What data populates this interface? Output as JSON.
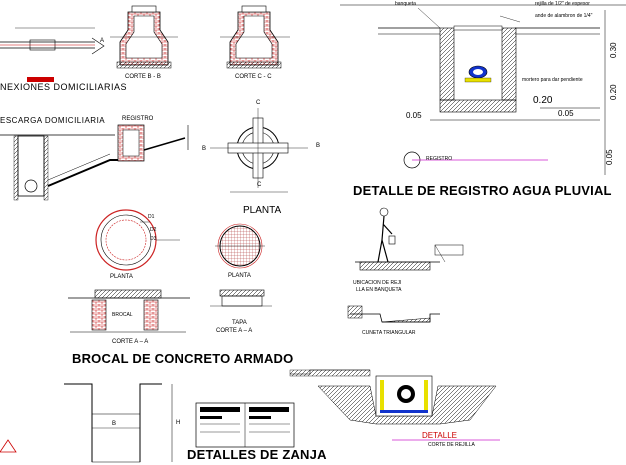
{
  "labels": {
    "conexiones": "NEXIONES DOMICILIARIAS",
    "corte_bb": "CORTE B - B",
    "corte_cc": "CORTE C - C",
    "descarga": "ESCARGA DOMICILIARIA",
    "registro": "REGISTRO",
    "planta_main": "PLANTA",
    "planta_left": "PLANTA",
    "planta_right": "PLANTA",
    "brocal_small": "BROCAL",
    "corte_aa_left": "CORTE A – A",
    "tapa": "TAPA",
    "corte_aa_right": "CORTE A – A",
    "title_brocal": "BROCAL DE CONCRETO ARMADO",
    "title_registro": "DETALLE DE REGISTRO AGUA PLUVIAL",
    "title_zanja": "DETALLES DE ZANJA",
    "ubicacion_1": "UBICACION DE REJI",
    "ubicacion_2": "LLA EN BANQUETA",
    "cuneta": "CUNETA TRIANGULAR",
    "detalle": "DETALLE",
    "corte_rejilla": "CORTE DE REJILLA",
    "registro_small": "REGISTRO",
    "rejilla_note": "rejilla de 1/2\" de espesor",
    "ande_note": "ande de alambron de 1/4\"",
    "mortero_note": "mortero para dar pendiente",
    "banqueta_note": "banqueta",
    "dim_020": "0.20",
    "dim_005a": "0.05",
    "dim_005b": "0.05",
    "dim_030": "0.30",
    "dim_005v": "0.05",
    "dim_020v": "0.20",
    "sec_b_left": "B",
    "sec_b_right": "B",
    "sec_c_top": "C",
    "sec_c_bottom": "C",
    "sec_a": "A",
    "d1": "D1",
    "d2": "D2",
    "d3": "D3",
    "zanja_b": "B",
    "zanja_h": "H"
  },
  "colors": {
    "line": "#000000",
    "accent_red": "#cc0000",
    "brick": "#cc2222",
    "pipe_blue": "#1133cc",
    "yellow": "#e8e000",
    "magenta": "#cc22cc"
  }
}
